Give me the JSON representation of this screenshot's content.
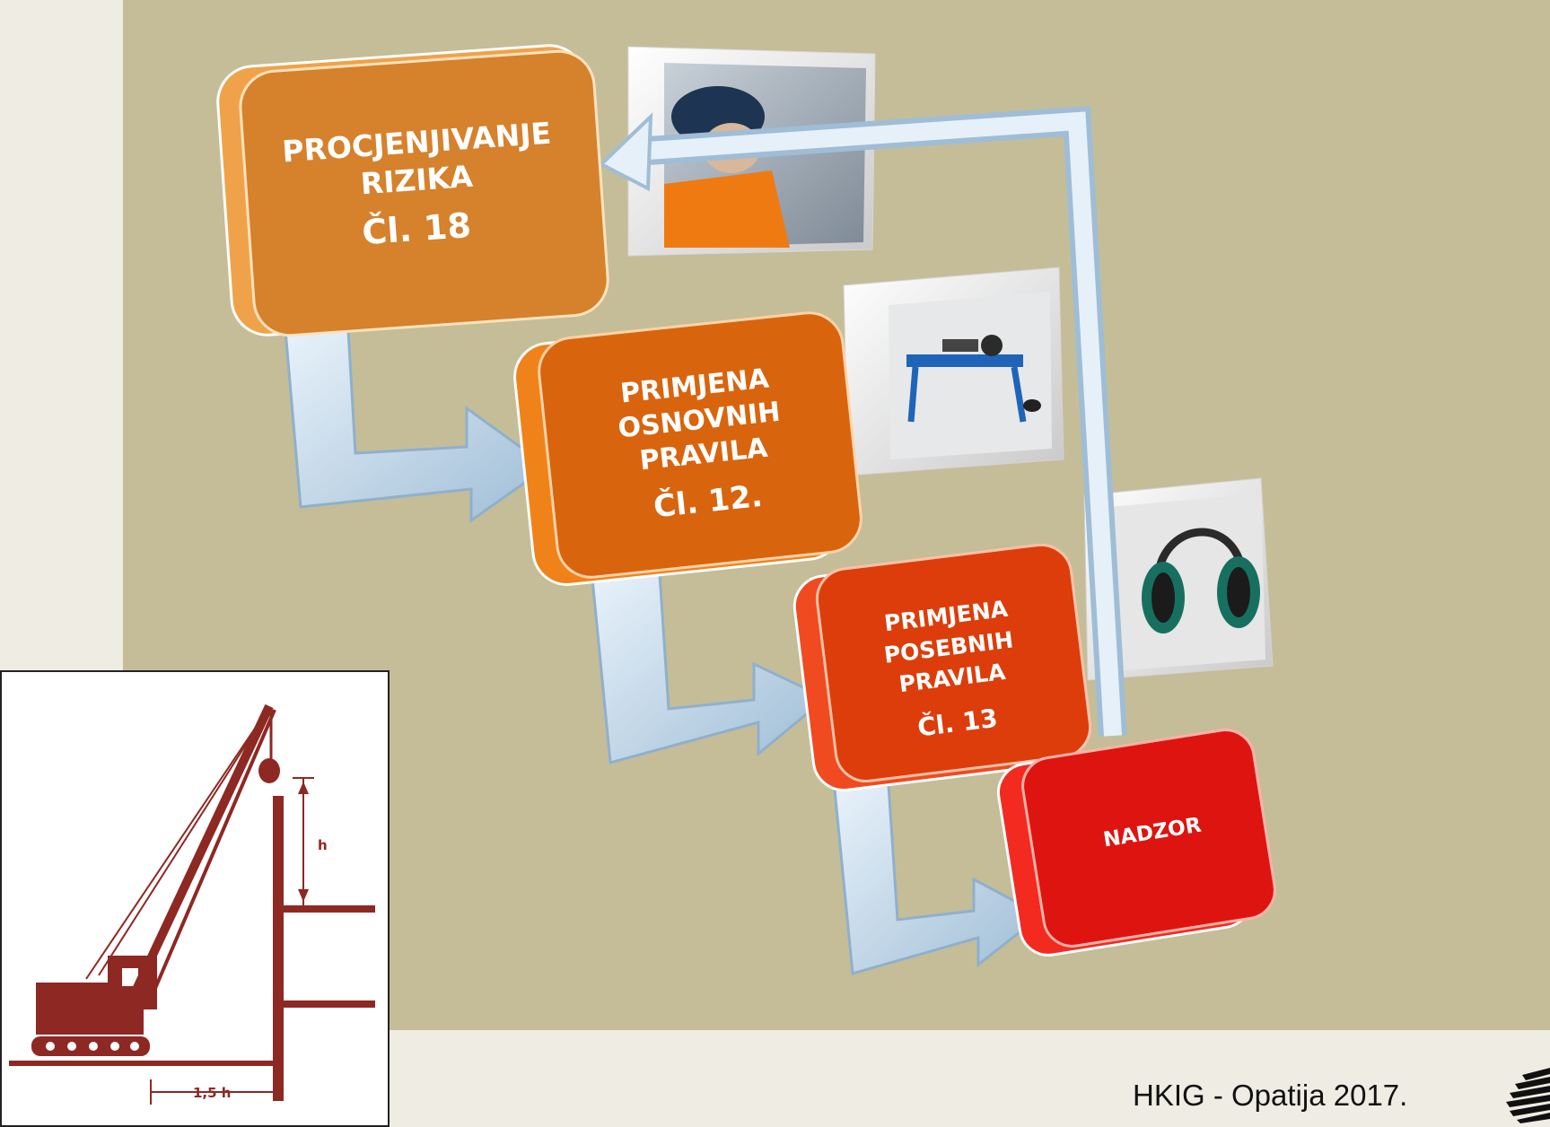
{
  "steps": [
    {
      "lines": [
        "PROCJENJIVANJE",
        "RIZIKA",
        "Čl. 18"
      ],
      "color": "#d6812c"
    },
    {
      "lines": [
        "PRIMJENA",
        "OSNOVNIH",
        "PRAVILA",
        "Čl. 12."
      ],
      "color": "#d9640e"
    },
    {
      "lines": [
        "PRIMJENA",
        "POSEBNIH",
        "PRAVILA",
        "Čl. 13"
      ],
      "color": "#dc3d0b"
    },
    {
      "lines": [
        "NADZOR"
      ],
      "color": "#de1410"
    }
  ],
  "crane_figure": {
    "height_label": "h",
    "distance_label": "1,5 h",
    "color": "#8e2823"
  },
  "photos": [
    {
      "icon": "construction-worker-photo"
    },
    {
      "icon": "tile-cutter-photo"
    },
    {
      "icon": "ear-muffs-photo"
    }
  ],
  "footer": {
    "text": "HKIG - Opatija 2017."
  },
  "colors": {
    "panel": "#c5bd98",
    "background": "#efece3",
    "arrow": "#bcd3e6"
  }
}
